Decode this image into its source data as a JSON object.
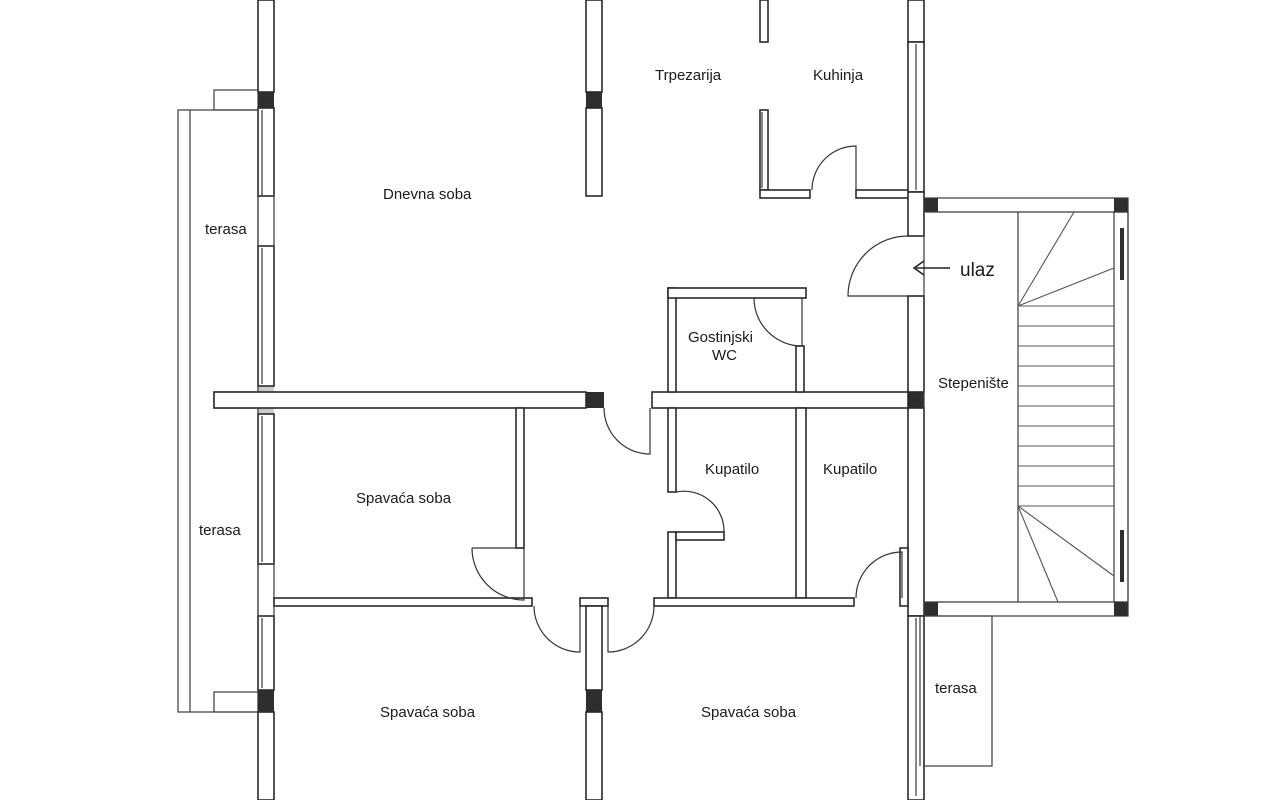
{
  "rooms": {
    "trpezarija": "Trpezarija",
    "kuhinja": "Kuhinja",
    "dnevna_soba": "Dnevna soba",
    "terasa_left_top": "terasa",
    "terasa_left_bottom": "terasa",
    "terasa_right": "terasa",
    "ulaz": "ulaz",
    "gostinjski_line1": "Gostinjski",
    "gostinjski_line2": "WC",
    "stepeniste": "Stepenište",
    "spavaca_mid": "Spavaća soba",
    "kupatilo_1": "Kupatilo",
    "kupatilo_2": "Kupatilo",
    "spavaca_bottom_left": "Spavaća soba",
    "spavaca_bottom_right": "Spavaća soba"
  }
}
